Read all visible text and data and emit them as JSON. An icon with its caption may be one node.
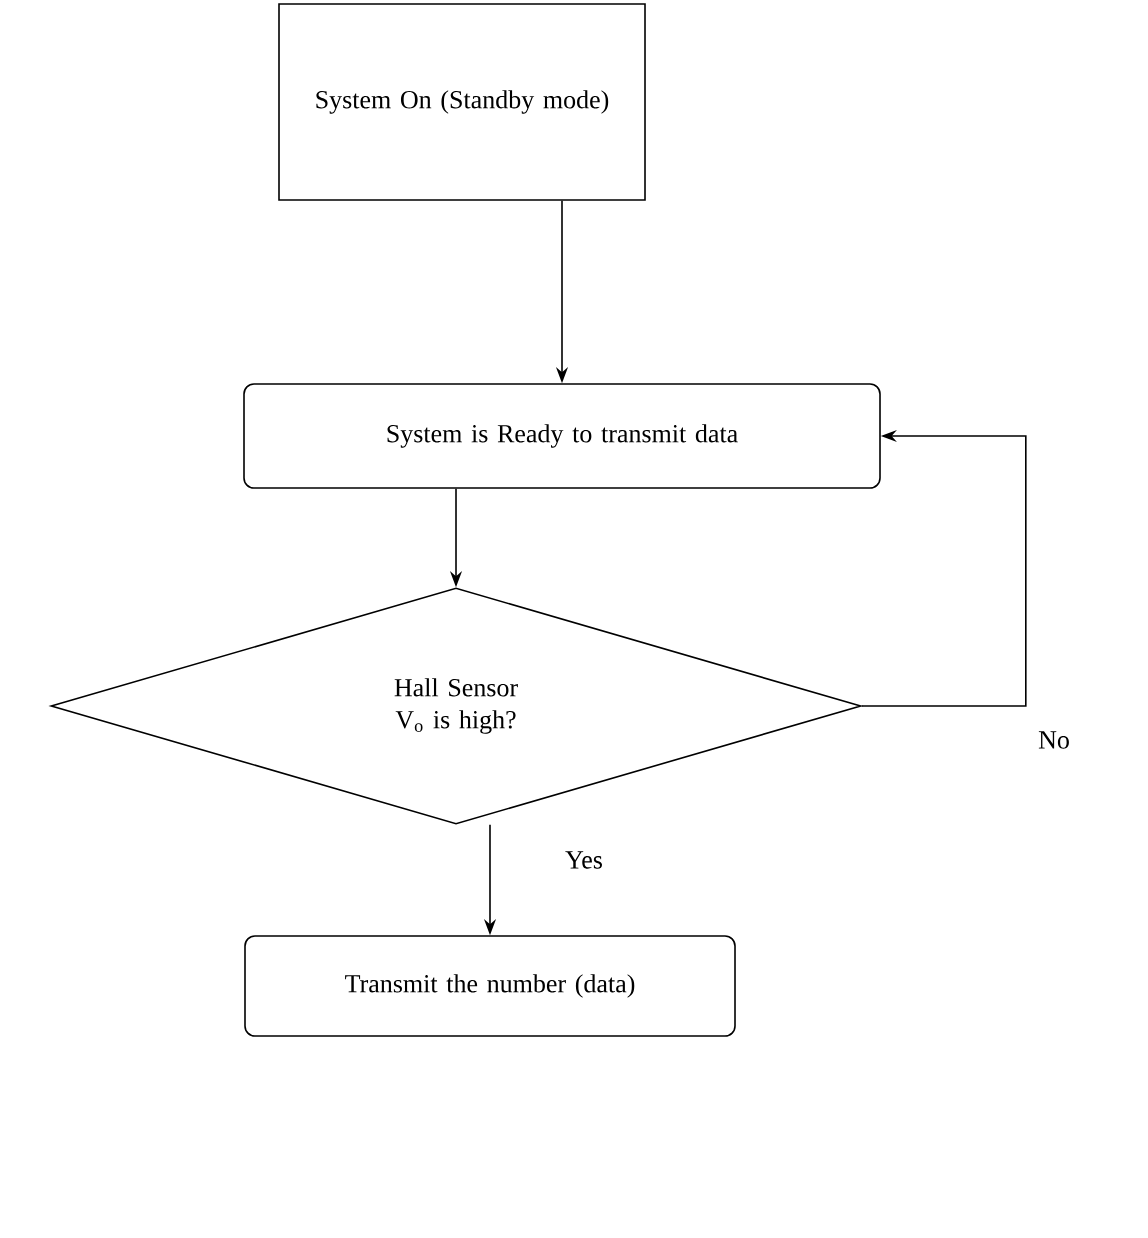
{
  "diagram": {
    "nodes": [
      {
        "text": [
          "System On (Standby mode)"
        ]
      },
      {
        "text": [
          "System is Ready to transmit data"
        ]
      },
      {
        "text": [
          "Hall Sensor V$_{o}$ is high?"
        ]
      },
      {
        "text": [
          "Transmit the number (data)"
        ]
      }
    ],
    "edges": [
      {
        "from": 0,
        "to": 1,
        "arrow": "to"
      },
      {
        "from": 1,
        "to": 2,
        "arrow": "to"
      },
      {
        "from": 2,
        "to": 3,
        "arrow": "to",
        "label": "Yes"
      },
      {
        "from": 2,
        "to": 1,
        "arrow": "to",
        "label": "No"
      }
    ]
  }
}
